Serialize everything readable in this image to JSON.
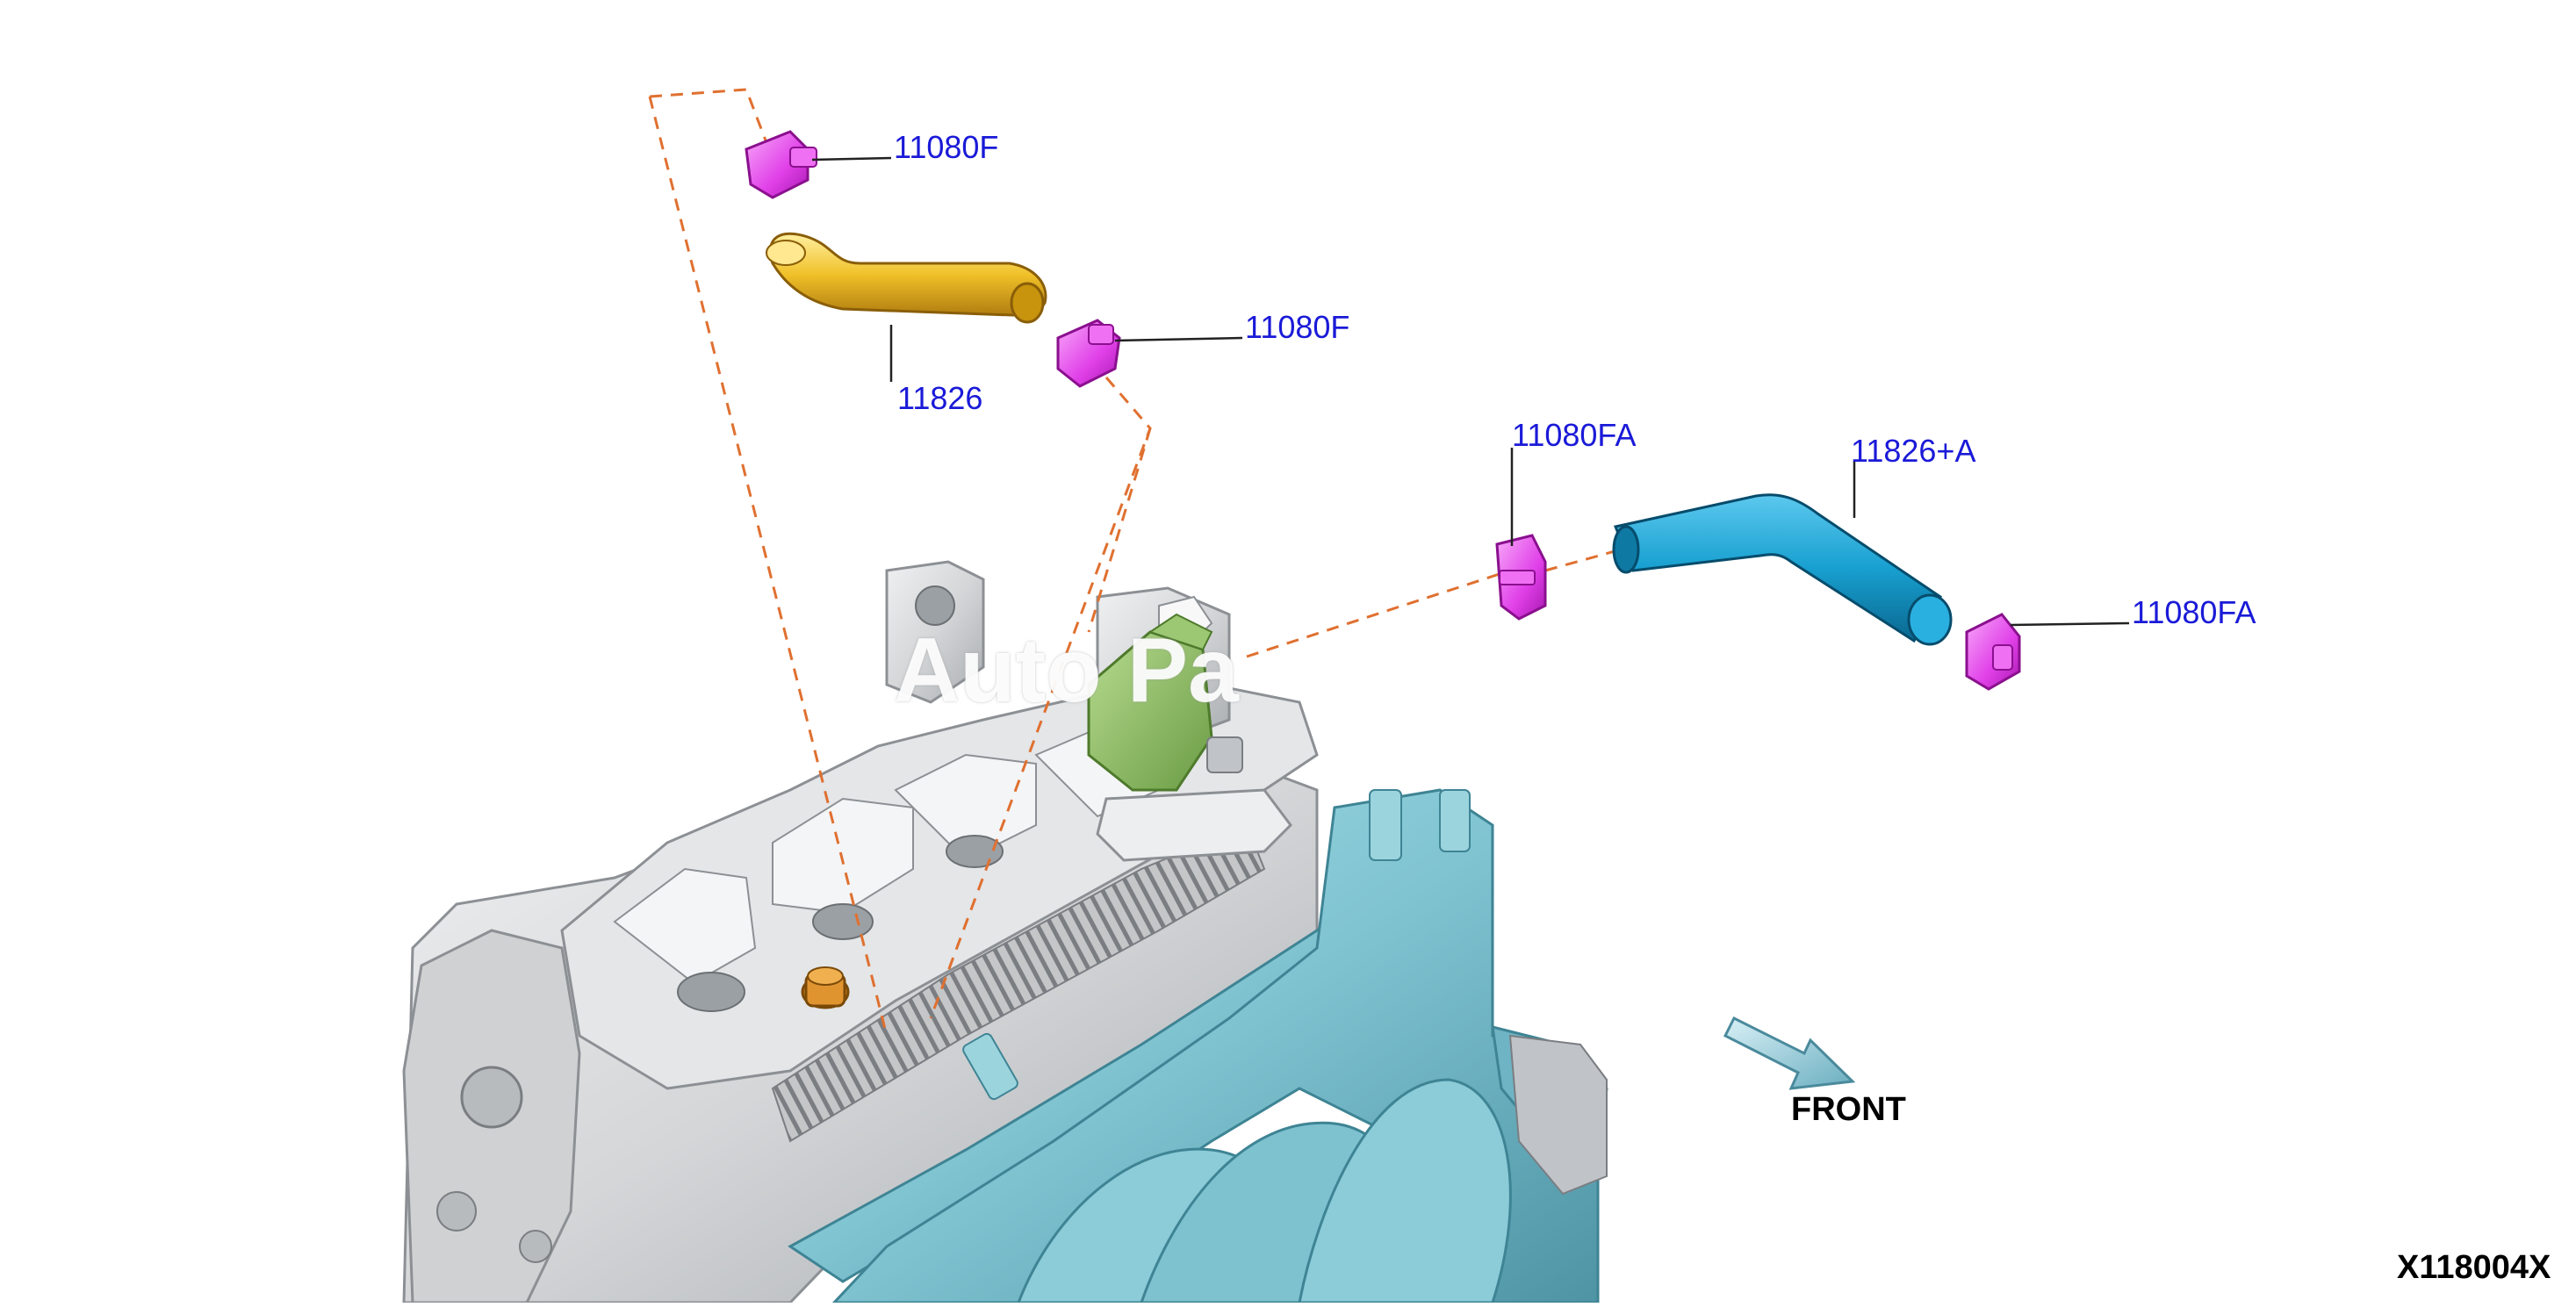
{
  "diagram": {
    "callouts": [
      {
        "id": "c1",
        "text": "11080F"
      },
      {
        "id": "c2",
        "text": "11826"
      },
      {
        "id": "c3",
        "text": "11080F"
      },
      {
        "id": "c4",
        "text": "11080FA"
      },
      {
        "id": "c5",
        "text": "11826+A"
      },
      {
        "id": "c6",
        "text": "11080FA"
      }
    ],
    "front_label": "FRONT",
    "figure_id": "X118004X",
    "watermark": "Auto Pa"
  },
  "colors": {
    "callout_text": "#1a1ad8",
    "leader_line": "#222222",
    "dashed_line": "#e07030",
    "clamp": "#e040e8",
    "clamp_dark": "#a818b0",
    "upper_hose": "#f0c028",
    "upper_hose_dark": "#b07c10",
    "lower_hose": "#18a0d0",
    "lower_hose_dark": "#0a6890",
    "manifold": "#7fc4d0",
    "manifold_dark": "#4e94a4",
    "engine": "#d6d8da",
    "engine_dark": "#8c9094",
    "separator": "#8cbc5c",
    "bolt": "#c87c18",
    "arrow": "#8cc8d8"
  },
  "icons": {
    "front_arrow": "front-arrow-icon"
  }
}
